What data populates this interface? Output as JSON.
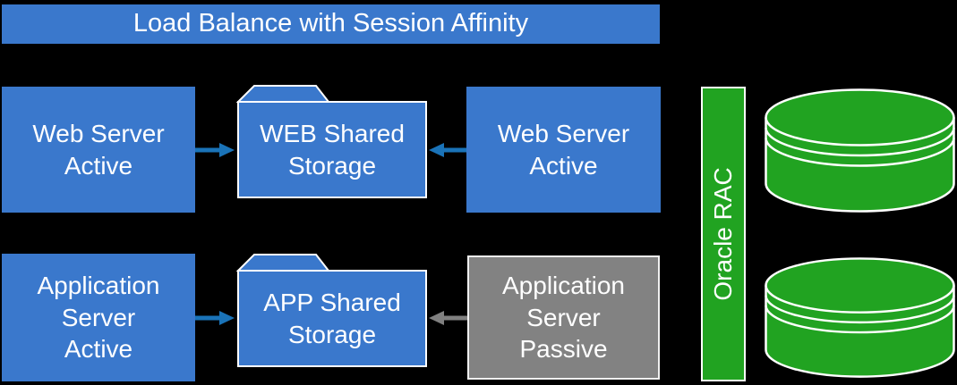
{
  "title_banner": {
    "label": "Load Balance with Session Affinity"
  },
  "nodes": {
    "web_server_left": {
      "label": "Web Server\nActive",
      "status": "active"
    },
    "web_shared_storage": {
      "label": "WEB Shared\nStorage",
      "type": "folder"
    },
    "web_server_right": {
      "label": "Web Server\nActive",
      "status": "active"
    },
    "app_server_left": {
      "label": "Application\nServer\nActive",
      "status": "active"
    },
    "app_shared_storage": {
      "label": "APP Shared\nStorage",
      "type": "folder"
    },
    "app_server_passive": {
      "label": "Application\nServer\nPassive",
      "status": "passive"
    },
    "oracle_rac": {
      "label": "Oracle RAC"
    }
  },
  "connections": [
    {
      "from": "web_server_left",
      "to": "web_shared_storage",
      "direction": "right",
      "color": "blue"
    },
    {
      "from": "web_server_right",
      "to": "web_shared_storage",
      "direction": "left",
      "color": "blue"
    },
    {
      "from": "app_server_left",
      "to": "app_shared_storage",
      "direction": "right",
      "color": "blue"
    },
    {
      "from": "app_server_passive",
      "to": "app_shared_storage",
      "direction": "left",
      "color": "gray"
    }
  ],
  "database_cylinders": {
    "count": 2,
    "color": "green"
  },
  "colors": {
    "background": "#000000",
    "box_blue": "#3a78cc",
    "arrow_blue": "#1a73b8",
    "passive_gray": "#828282",
    "passive_border": "#f0f0f0",
    "arrow_gray": "#808080",
    "rac_green": "#21a321",
    "shape_border": "#ffffff",
    "text": "#ffffff"
  }
}
